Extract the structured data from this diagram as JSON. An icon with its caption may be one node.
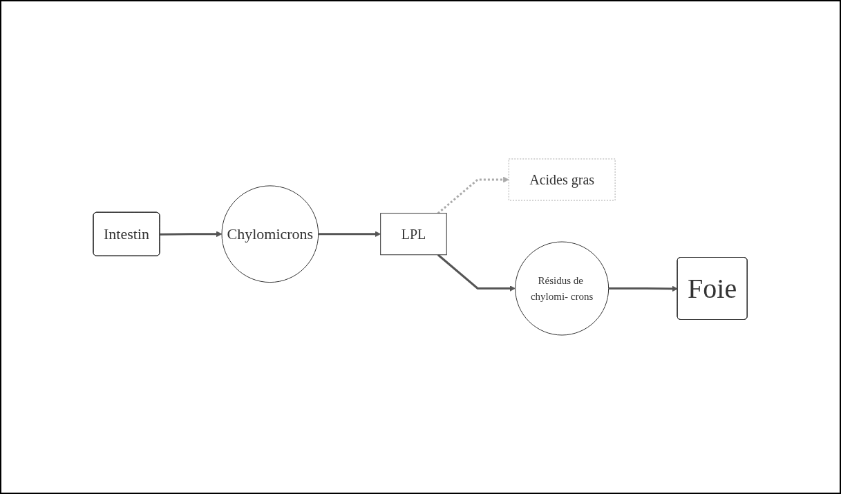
{
  "diagram": {
    "nodes": [
      {
        "text": [
          "Chylomicrons"
        ]
      },
      {
        "text": [
          "Intestin"
        ]
      },
      {
        "text": [
          "LPL"
        ]
      },
      {
        "text": [
          "Acides gras"
        ]
      },
      {
        "text": [
          "Résidus de chylomi- crons"
        ]
      },
      {
        "text": [
          "Foie"
        ]
      }
    ],
    "edges": [
      {
        "from": 1,
        "to": 0,
        "arrow": "to"
      },
      {
        "from": 0,
        "to": 2,
        "arrow": "to"
      },
      {
        "from": 2,
        "to": 3,
        "arrow": "to",
        "style": "dashed",
        "color": "#aaaaaa"
      },
      {
        "from": 2,
        "to": 4,
        "arrow": "to"
      },
      {
        "from": 4,
        "to": 5,
        "arrow": "to"
      }
    ]
  }
}
